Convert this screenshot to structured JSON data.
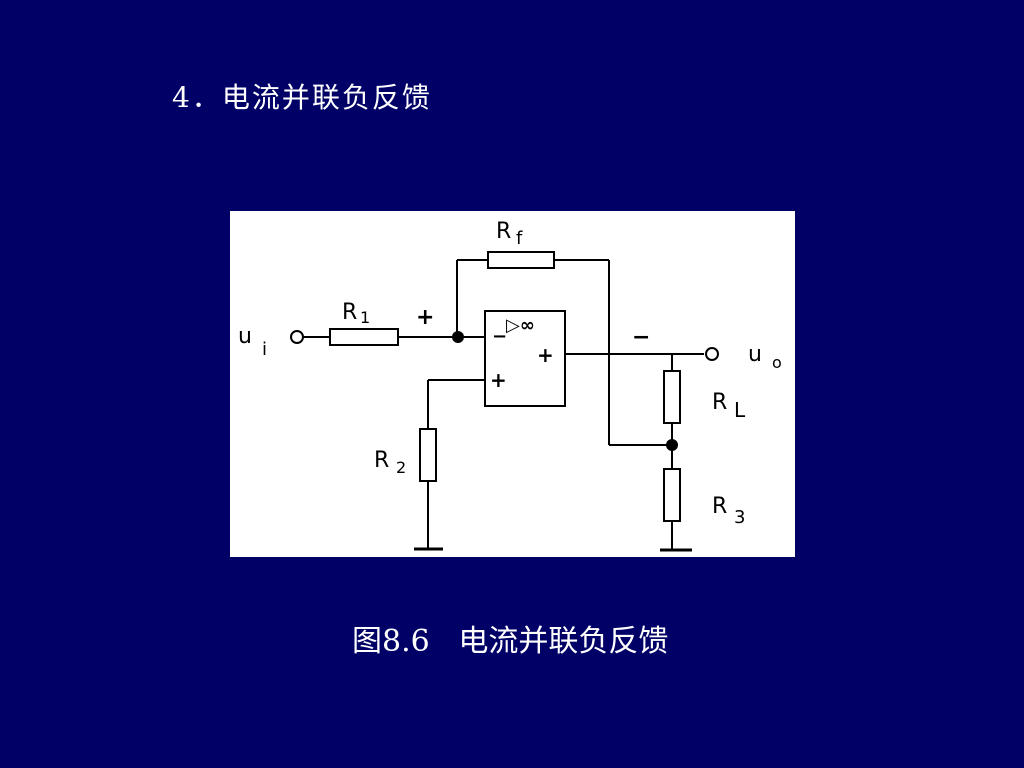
{
  "slide": {
    "title": "4．电流并联负反馈",
    "caption": "图8.6   电流并联负反馈"
  },
  "diagram": {
    "labels": {
      "ui_main": "u",
      "ui_sub": "i",
      "uo_main": "u",
      "uo_sub": "o",
      "r1_main": "R",
      "r1_sub": "1",
      "r2_main": "R",
      "r2_sub": "2",
      "r3_main": "R",
      "r3_sub": "3",
      "rf_main": "R",
      "rf_sub": "f",
      "rl_main": "R",
      "rl_sub": "L",
      "opamp_symbol": "▷∞",
      "opamp_minus": "−",
      "opamp_plus_in": "+",
      "opamp_plus_out": "+",
      "polarity_plus_left": "+",
      "polarity_minus_right": "−"
    }
  }
}
